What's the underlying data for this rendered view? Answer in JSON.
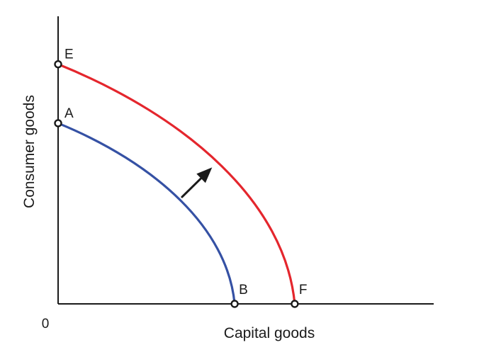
{
  "chart_data": {
    "type": "line",
    "xlabel": "Capital goods",
    "ylabel": "Consumer goods",
    "origin_label": "0",
    "xlim": [
      0,
      10
    ],
    "ylim": [
      0,
      7.8
    ],
    "grid": false,
    "series": [
      {
        "color": "#3551a4",
        "start_point": "A",
        "end_point": "B",
        "x_intercept": 4.7,
        "y_intercept": 4.9
      },
      {
        "color": "#e4262d",
        "start_point": "E",
        "end_point": "F",
        "x_intercept": 6.3,
        "y_intercept": 6.5
      }
    ],
    "points": [
      {
        "label": "A",
        "x": 0,
        "y": 4.9
      },
      {
        "label": "B",
        "x": 4.7,
        "y": 0
      },
      {
        "label": "E",
        "x": 0,
        "y": 6.5
      },
      {
        "label": "F",
        "x": 6.3,
        "y": 0
      }
    ],
    "annotations": [
      {
        "type": "arrow",
        "meaning": "outward-shift",
        "from": [
          3.3,
          2.9
        ],
        "to": [
          4.1,
          3.7
        ]
      }
    ]
  }
}
